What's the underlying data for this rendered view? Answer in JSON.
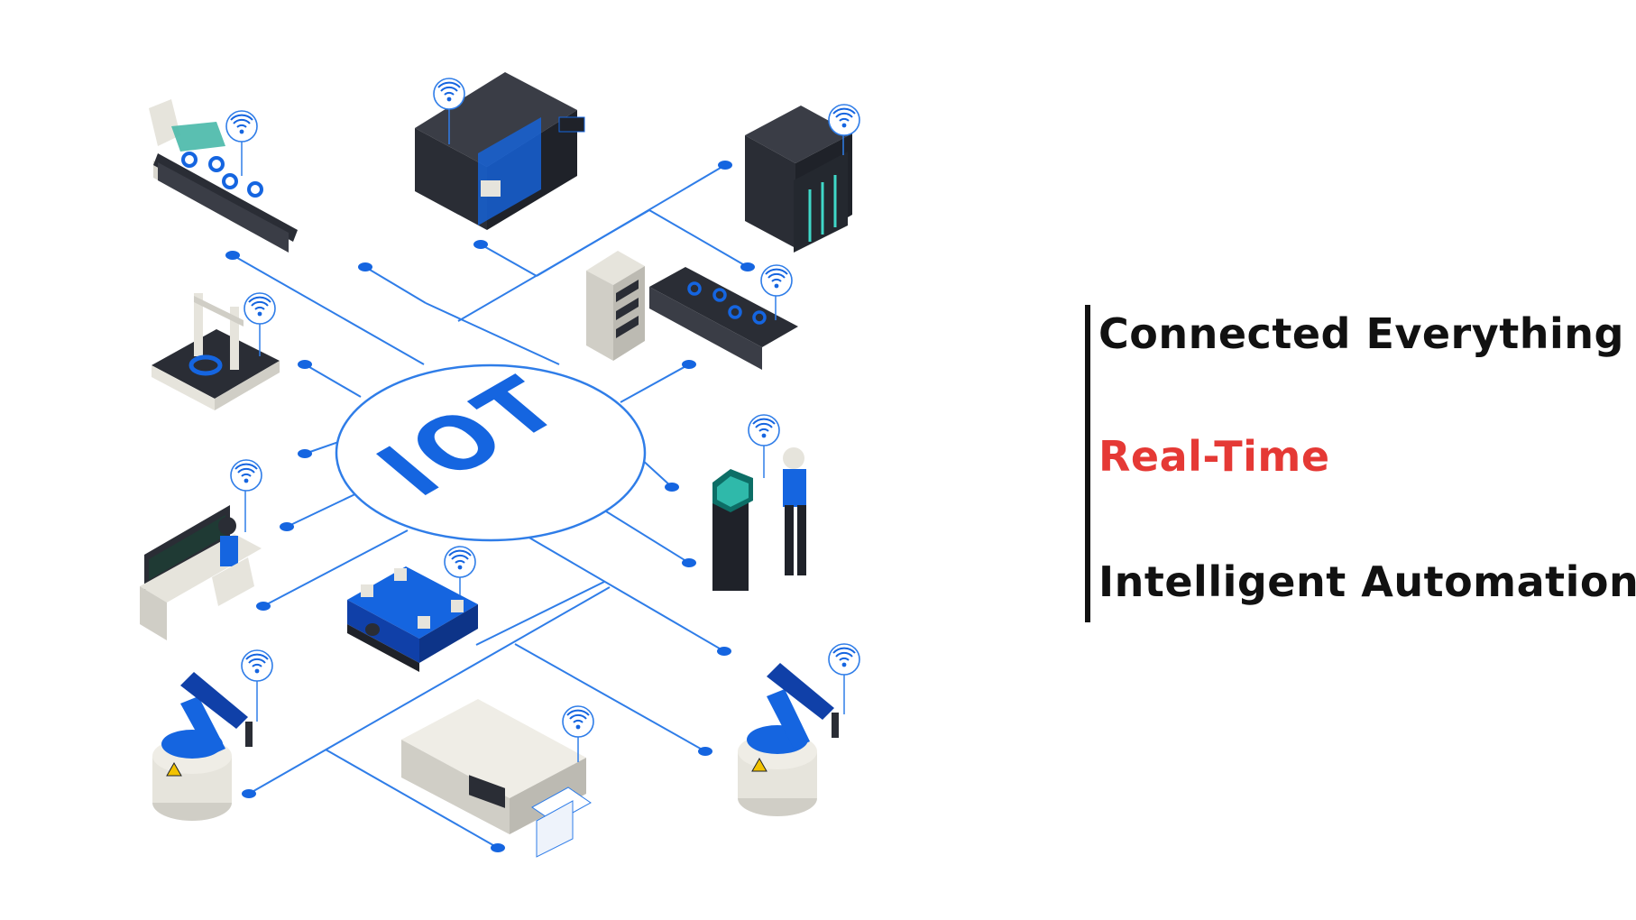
{
  "diagram": {
    "hub_label": "IOT",
    "colors": {
      "accent": "#1565e0",
      "wire": "#2f7de8",
      "dark": "#2a2d35",
      "teal": "#3fd8c8",
      "machine_light": "#e6e4dc"
    },
    "icons": [
      "wifi-icon",
      "conveyor-icon",
      "cnc-machine-icon",
      "quantum-computer-icon",
      "server-conveyor-icon",
      "measuring-machine-icon",
      "operator-hologram-icon",
      "control-desk-icon",
      "agv-robot-icon",
      "robot-arm-icon",
      "printing-machine-icon"
    ]
  },
  "taglines": {
    "line1": "Connected Everything",
    "line2": "Real-Time",
    "line3": "Intelligent Automation",
    "colors": {
      "line1": "#111111",
      "line2": "#e53935",
      "line3": "#111111"
    }
  }
}
